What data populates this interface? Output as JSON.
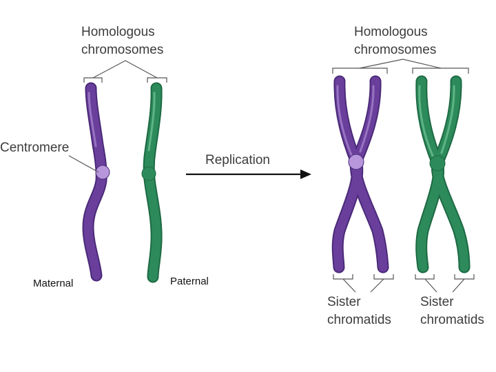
{
  "diagram": {
    "left_heading": {
      "line1": "Homologous",
      "line2": "chromosomes"
    },
    "right_heading": {
      "line1": "Homologous",
      "line2": "chromosomes"
    },
    "centromere_label": "Centromere",
    "process_label": "Replication",
    "maternal_label": "Maternal",
    "paternal_label": "Paternal",
    "sister_left": {
      "line1": "Sister",
      "line2": "chromatids"
    },
    "sister_right": {
      "line1": "Sister",
      "line2": "chromatids"
    }
  },
  "colors": {
    "maternal": "#6a3f9c",
    "maternal_dark": "#4a2a78",
    "maternal_light": "#b796dc",
    "paternal": "#2d8a5b",
    "paternal_dark": "#1d6a43",
    "paternal_light": "#7ed1a2",
    "text": "#3c3c3c",
    "line": "#555555"
  }
}
